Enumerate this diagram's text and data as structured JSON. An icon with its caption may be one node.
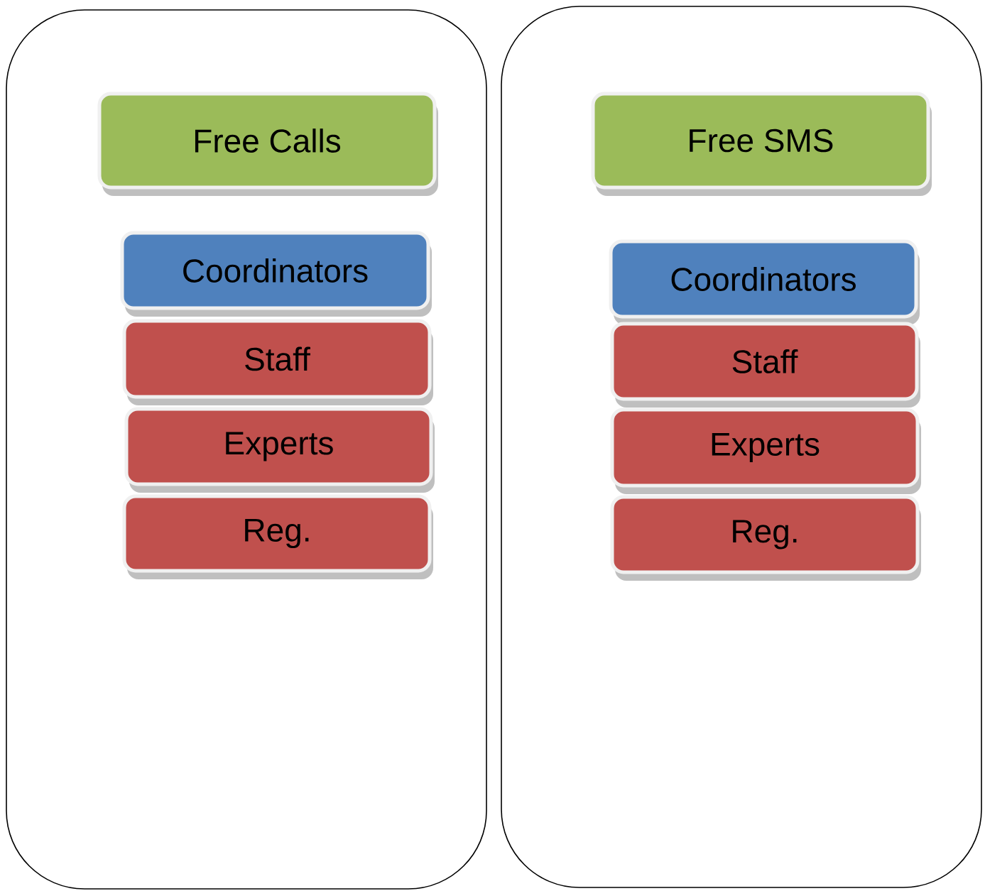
{
  "diagram": {
    "nodes": [
      {
        "text": [],
        "shape": "box"
      },
      {
        "text": [
          "Free Calls"
        ],
        "in": 0
      },
      {
        "text": [
          "Coordinators"
        ],
        "in": 0
      },
      {
        "text": [
          "Staff"
        ],
        "in": 0
      },
      {
        "text": [
          "Experts"
        ],
        "in": 0
      },
      {
        "text": [
          "Reg."
        ],
        "in": 0
      },
      {
        "text": [],
        "shape": "box"
      },
      {
        "text": [
          "Free SMS"
        ],
        "in": 6
      },
      {
        "text": [
          "Coordinators"
        ],
        "in": 6
      },
      {
        "text": [
          "Staff"
        ],
        "in": 6
      },
      {
        "text": [
          "Experts"
        ],
        "in": 6
      },
      {
        "text": [
          "Reg."
        ],
        "in": 6
      }
    ]
  }
}
